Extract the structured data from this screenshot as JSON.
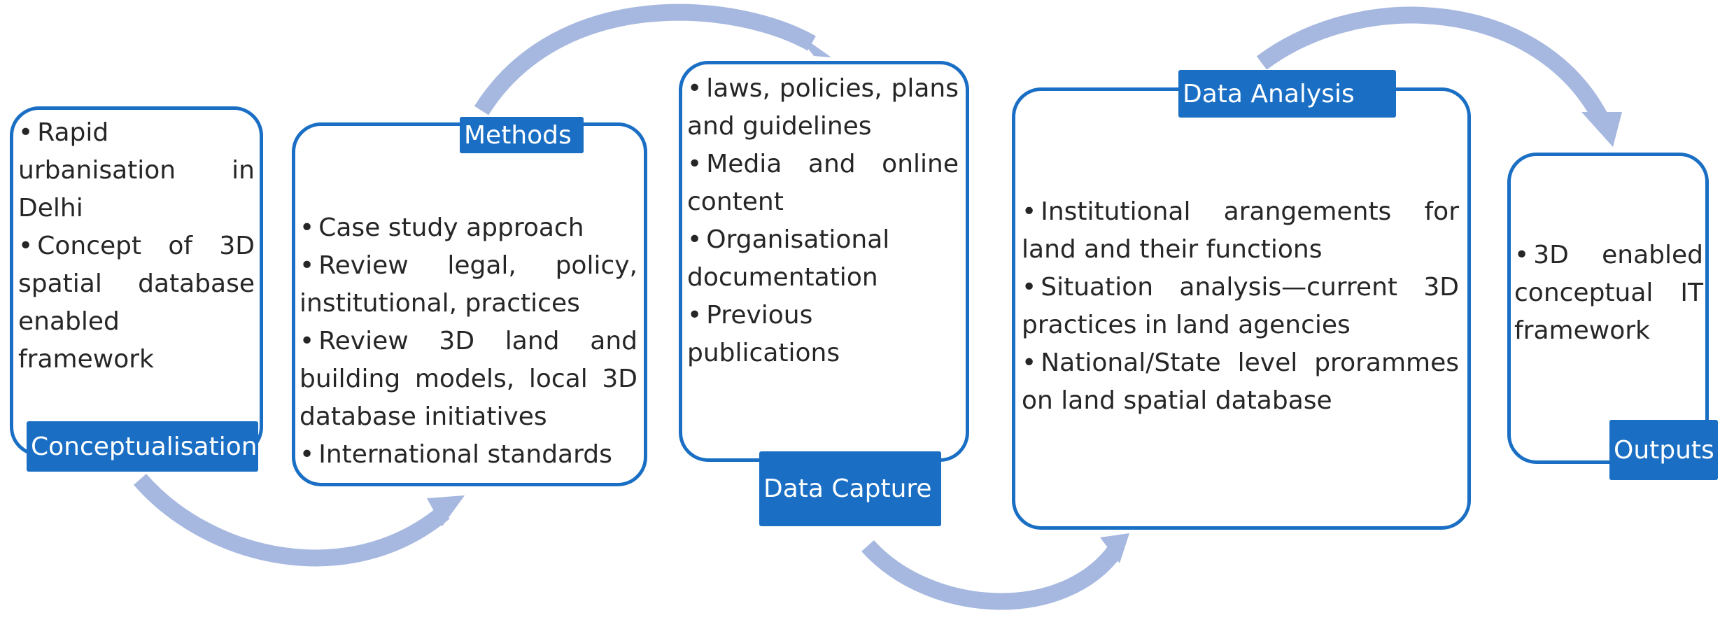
{
  "colors": {
    "box_border": "#1a6fc4",
    "label_fill": "#1a6fc4",
    "arrow": "#a6b8e0"
  },
  "stages": {
    "conceptualisation": {
      "label": "Conceptualisation",
      "bullets": [
        "Rapid urbanisation in Delhi",
        "Concept of 3D spatial database enabled framework"
      ]
    },
    "methods": {
      "label": "Methods",
      "bullets": [
        "Case study approach",
        "Review legal, policy, institutional, practices",
        "Review 3D land and building models, local 3D database initiatives",
        "International standards"
      ]
    },
    "data_capture": {
      "label": "Data Capture",
      "bullets": [
        "laws, policies, plans and guidelines",
        "Media and online content",
        "Organisational documentation",
        "Previous publications"
      ]
    },
    "data_analysis": {
      "label": "Data Analysis",
      "bullets": [
        "Institutional arangements for land and their functions",
        "Situation analysis—current 3D practices in land agencies",
        "National/State level prorammes on land spatial database"
      ]
    },
    "outputs": {
      "label": "Outputs",
      "bullets": [
        "3D enabled conceptual IT framework"
      ]
    }
  }
}
